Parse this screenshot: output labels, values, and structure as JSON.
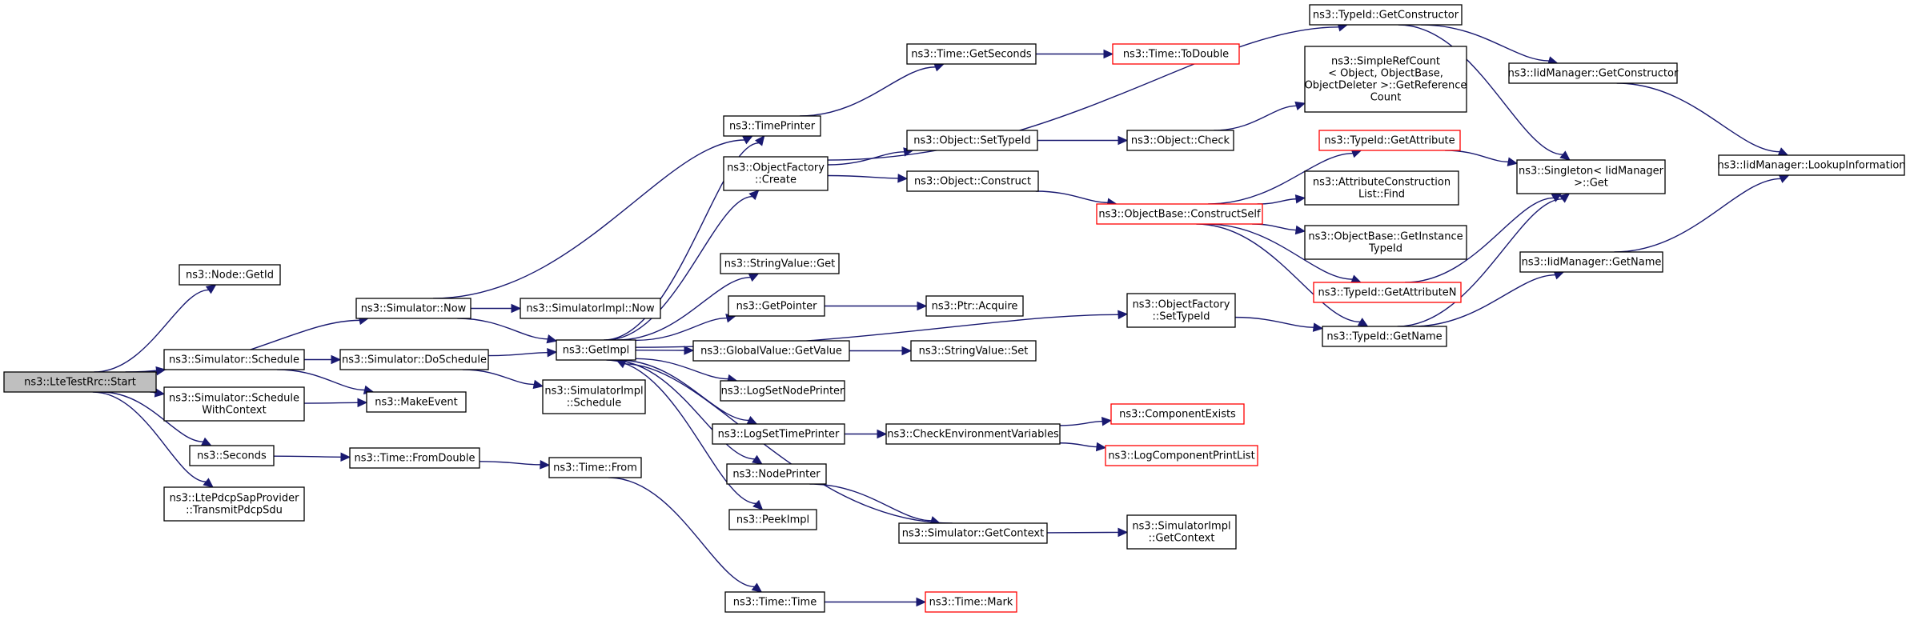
{
  "colors": {
    "edge": "#191970",
    "border_default": "#000000",
    "border_truncated": "#ff0000",
    "root_fill": "#bfbfbf"
  },
  "graph": {
    "nodes": [
      {
        "id": "root",
        "lines": [
          "ns3::LteTestRrc::Start"
        ],
        "style": "root"
      },
      {
        "id": "getid",
        "lines": [
          "ns3::Node::GetId"
        ]
      },
      {
        "id": "simnow",
        "lines": [
          "ns3::Simulator::Now"
        ]
      },
      {
        "id": "simschedule",
        "lines": [
          "ns3::Simulator::Schedule"
        ]
      },
      {
        "id": "schedwithctx",
        "lines": [
          "ns3::Simulator::Schedule",
          "WithContext"
        ]
      },
      {
        "id": "seconds",
        "lines": [
          "ns3::Seconds"
        ]
      },
      {
        "id": "ltepdcp",
        "lines": [
          "ns3::LtePdcpSapProvider",
          "::TransmitPdcpSdu"
        ]
      },
      {
        "id": "simimplnow",
        "lines": [
          "ns3::SimulatorImpl::Now"
        ]
      },
      {
        "id": "doschedule",
        "lines": [
          "ns3::Simulator::DoSchedule"
        ]
      },
      {
        "id": "makeevent",
        "lines": [
          "ns3::MakeEvent"
        ]
      },
      {
        "id": "simimplschedule",
        "lines": [
          "ns3::SimulatorImpl",
          "::Schedule"
        ]
      },
      {
        "id": "fromdouble",
        "lines": [
          "ns3::Time::FromDouble"
        ]
      },
      {
        "id": "timefrom",
        "lines": [
          "ns3::Time::From"
        ]
      },
      {
        "id": "getimpl",
        "lines": [
          "ns3::GetImpl"
        ]
      },
      {
        "id": "timeprinter",
        "lines": [
          "ns3::TimePrinter"
        ]
      },
      {
        "id": "objfactorycreate",
        "lines": [
          "ns3::ObjectFactory",
          "::Create"
        ]
      },
      {
        "id": "stringvalueget",
        "lines": [
          "ns3::StringValue::Get"
        ]
      },
      {
        "id": "getpointer",
        "lines": [
          "ns3::GetPointer"
        ]
      },
      {
        "id": "globalvalueget",
        "lines": [
          "ns3::GlobalValue::GetValue"
        ]
      },
      {
        "id": "logsetnode",
        "lines": [
          "ns3::LogSetNodePrinter"
        ]
      },
      {
        "id": "logsettime",
        "lines": [
          "ns3::LogSetTimePrinter"
        ]
      },
      {
        "id": "nodeprinter",
        "lines": [
          "ns3::NodePrinter"
        ]
      },
      {
        "id": "peekimpl",
        "lines": [
          "ns3::PeekImpl"
        ]
      },
      {
        "id": "timetime",
        "lines": [
          "ns3::Time::Time"
        ]
      },
      {
        "id": "timegetseconds",
        "lines": [
          "ns3::Time::GetSeconds"
        ]
      },
      {
        "id": "objsettypeid",
        "lines": [
          "ns3::Object::SetTypeId"
        ]
      },
      {
        "id": "objconstruct",
        "lines": [
          "ns3::Object::Construct"
        ]
      },
      {
        "id": "ptracquire",
        "lines": [
          "ns3::Ptr::Acquire"
        ]
      },
      {
        "id": "stringvalueset",
        "lines": [
          "ns3::StringValue::Set"
        ]
      },
      {
        "id": "checkenv",
        "lines": [
          "ns3::CheckEnvironmentVariables"
        ]
      },
      {
        "id": "simgetcontext",
        "lines": [
          "ns3::Simulator::GetContext"
        ]
      },
      {
        "id": "timemark",
        "lines": [
          "ns3::Time::Mark"
        ],
        "style": "red"
      },
      {
        "id": "timetodouble",
        "lines": [
          "ns3::Time::ToDouble"
        ],
        "style": "red"
      },
      {
        "id": "objcheck",
        "lines": [
          "ns3::Object::Check"
        ]
      },
      {
        "id": "constructself",
        "lines": [
          "ns3::ObjectBase::ConstructSelf"
        ],
        "style": "red"
      },
      {
        "id": "objfactorysettypeid",
        "lines": [
          "ns3::ObjectFactory",
          "::SetTypeId"
        ]
      },
      {
        "id": "componentexists",
        "lines": [
          "ns3::ComponentExists"
        ],
        "style": "red"
      },
      {
        "id": "logcompprintlist",
        "lines": [
          "ns3::LogComponentPrintList"
        ],
        "style": "red"
      },
      {
        "id": "simimplgetcontext",
        "lines": [
          "ns3::SimulatorImpl",
          "::GetContext"
        ]
      },
      {
        "id": "typeidgetconstructor",
        "lines": [
          "ns3::TypeId::GetConstructor"
        ]
      },
      {
        "id": "simplerefcount",
        "lines": [
          "ns3::SimpleRefCount",
          "< Object, ObjectBase,",
          "ObjectDeleter >::GetReference",
          "Count"
        ]
      },
      {
        "id": "typeidgetattribute",
        "lines": [
          "ns3::TypeId::GetAttribute"
        ],
        "style": "red"
      },
      {
        "id": "attrconstlist",
        "lines": [
          "ns3::AttributeConstruction",
          "List::Find"
        ]
      },
      {
        "id": "objbasegetinstance",
        "lines": [
          "ns3::ObjectBase::GetInstance",
          "TypeId"
        ]
      },
      {
        "id": "typeidgetattributen",
        "lines": [
          "ns3::TypeId::GetAttributeN"
        ],
        "style": "red"
      },
      {
        "id": "typeidgetname",
        "lines": [
          "ns3::TypeId::GetName"
        ]
      },
      {
        "id": "iidmgrgetconstructor",
        "lines": [
          "ns3::IidManager::GetConstructor"
        ]
      },
      {
        "id": "singletonget",
        "lines": [
          "ns3::Singleton< IidManager",
          ">::Get"
        ]
      },
      {
        "id": "iidmgrgetname",
        "lines": [
          "ns3::IidManager::GetName"
        ]
      },
      {
        "id": "iidmgrlookup",
        "lines": [
          "ns3::IidManager::LookupInformation"
        ]
      }
    ],
    "edges": [
      [
        "root",
        "getid"
      ],
      [
        "root",
        "simnow"
      ],
      [
        "root",
        "simschedule"
      ],
      [
        "root",
        "schedwithctx"
      ],
      [
        "root",
        "seconds"
      ],
      [
        "root",
        "ltepdcp"
      ],
      [
        "simnow",
        "simimplnow"
      ],
      [
        "simnow",
        "getimpl"
      ],
      [
        "simnow",
        "timeprinter"
      ],
      [
        "simschedule",
        "doschedule"
      ],
      [
        "simschedule",
        "makeevent"
      ],
      [
        "schedwithctx",
        "makeevent"
      ],
      [
        "doschedule",
        "getimpl"
      ],
      [
        "doschedule",
        "simimplschedule"
      ],
      [
        "seconds",
        "fromdouble"
      ],
      [
        "fromdouble",
        "timefrom"
      ],
      [
        "timefrom",
        "timetime"
      ],
      [
        "getimpl",
        "timeprinter"
      ],
      [
        "getimpl",
        "objfactorycreate"
      ],
      [
        "getimpl",
        "stringvalueget"
      ],
      [
        "getimpl",
        "getpointer"
      ],
      [
        "getimpl",
        "globalvalueget"
      ],
      [
        "getimpl",
        "logsetnode"
      ],
      [
        "getimpl",
        "logsettime"
      ],
      [
        "getimpl",
        "nodeprinter"
      ],
      [
        "getimpl",
        "peekimpl"
      ],
      [
        "getimpl",
        "objfactorysettypeid"
      ],
      [
        "timeprinter",
        "timegetseconds"
      ],
      [
        "timegetseconds",
        "timetodouble"
      ],
      [
        "objfactorycreate",
        "typeidgetconstructor"
      ],
      [
        "objfactorycreate",
        "objsettypeid"
      ],
      [
        "objfactorycreate",
        "objconstruct"
      ],
      [
        "objsettypeid",
        "objcheck"
      ],
      [
        "objcheck",
        "simplerefcount"
      ],
      [
        "objconstruct",
        "constructself"
      ],
      [
        "getpointer",
        "ptracquire"
      ],
      [
        "globalvalueget",
        "stringvalueset"
      ],
      [
        "logsettime",
        "checkenv"
      ],
      [
        "checkenv",
        "componentexists"
      ],
      [
        "checkenv",
        "logcompprintlist"
      ],
      [
        "nodeprinter",
        "simgetcontext"
      ],
      [
        "simgetcontext",
        "simimplgetcontext"
      ],
      [
        "simgetcontext",
        "getimpl"
      ],
      [
        "timetime",
        "timemark"
      ],
      [
        "constructself",
        "typeidgetattribute"
      ],
      [
        "constructself",
        "attrconstlist"
      ],
      [
        "constructself",
        "objbasegetinstance"
      ],
      [
        "constructself",
        "typeidgetattributen"
      ],
      [
        "constructself",
        "typeidgetname"
      ],
      [
        "objfactorysettypeid",
        "typeidgetname"
      ],
      [
        "typeidgetconstructor",
        "iidmgrgetconstructor"
      ],
      [
        "typeidgetconstructor",
        "singletonget"
      ],
      [
        "typeidgetattribute",
        "singletonget"
      ],
      [
        "typeidgetattributen",
        "singletonget"
      ],
      [
        "typeidgetname",
        "iidmgrgetname"
      ],
      [
        "typeidgetname",
        "singletonget"
      ],
      [
        "iidmgrgetconstructor",
        "iidmgrlookup"
      ],
      [
        "iidmgrgetname",
        "iidmgrlookup"
      ]
    ]
  }
}
